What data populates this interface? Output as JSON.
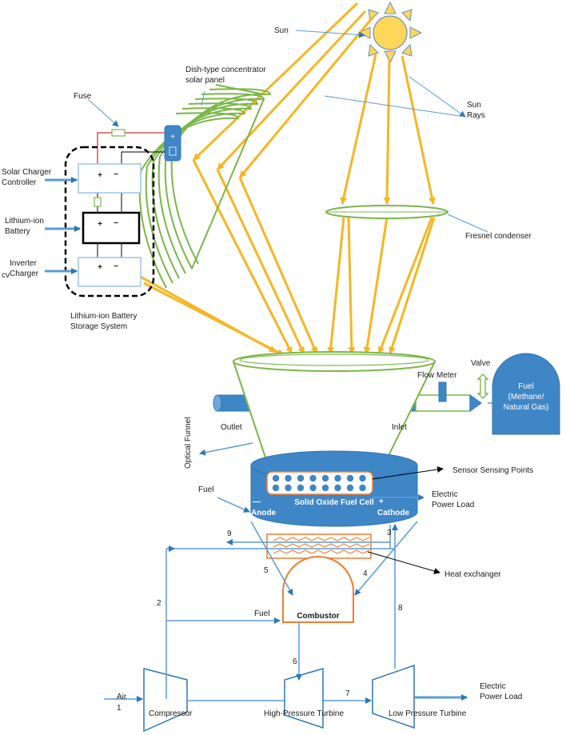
{
  "labels": {
    "sun": "Sun",
    "sun_rays": "Sun\nRays",
    "dish": "Dish-type concentrator\nsolar panel",
    "fuse": "Fuse",
    "solar_charger": "Solar Charger\nController",
    "lithium_battery": "Lithium-ion\nBattery",
    "inverter": "Inverter\nCharger",
    "cv": "cv",
    "storage": "Lithium-ion Battery\nStorage System",
    "fresnel": "Fresnel condenser",
    "flow_meter": "Flow Meter",
    "valve": "Valve",
    "fuel_tank": "Fuel\n(Methane/\nNatural Gas)",
    "outlet": "Outlet",
    "inlet": "Inlet",
    "optical_funnel": "Optical Funnel",
    "sensor_points": "Sensor Sensing Points",
    "sofc": "Solid Oxide Fuel Cell",
    "anode": "Anode",
    "cathode": "Cathode",
    "minus": "—",
    "plus": "+",
    "fuel_in": "Fuel",
    "electric_load_top": "Electric\nPower Load",
    "heat_exchanger": "Heat exchanger",
    "combustor": "Combustor",
    "fuel_combustor": "Fuel",
    "air": "Air",
    "compressor": "Compressor",
    "hp_turbine": "High-Pressure Turbine",
    "lp_turbine": "Low Pressure Turbine",
    "electric_load_bottom": "Electric\nPower Load",
    "battery_plus": "+",
    "battery_minus": "−"
  },
  "state_points": [
    "1",
    "2",
    "3",
    "4",
    "5",
    "6",
    "7",
    "8",
    "9"
  ],
  "colors": {
    "ray": "#f5b623",
    "sun": "#fdd75a",
    "sun_stroke": "#6a8fc4",
    "green": "#7ab648",
    "blue": "#2e75b6",
    "blue_fill": "#3f86c7",
    "orange": "#ed7d31",
    "red": "#c00000",
    "light_blue_box": "#9dc3e6"
  }
}
